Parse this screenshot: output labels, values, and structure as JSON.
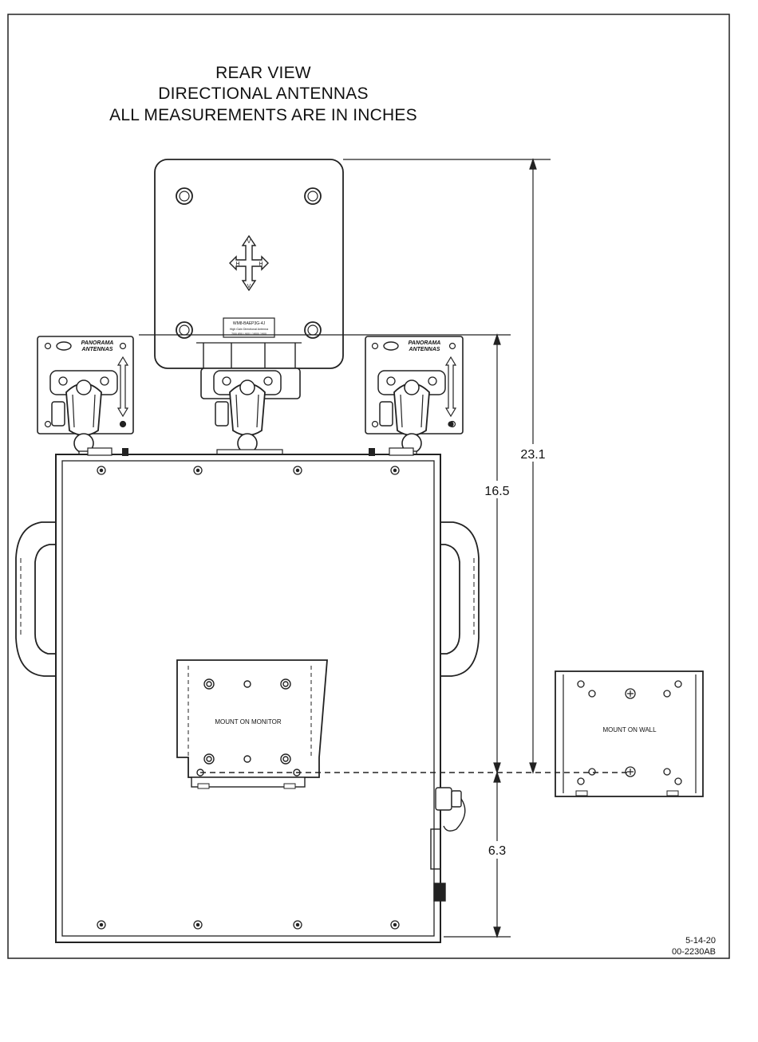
{
  "title": {
    "line1": "REAR VIEW",
    "line2": "DIRECTIONAL ANTENNAS",
    "line3": "ALL MEASUREMENTS ARE IN INCHES"
  },
  "antenna_panel": {
    "label_line1": "WM8-BAEP3G-4J",
    "label_line2": "High Gain Directional Antenna",
    "label_line3": "700/ 850 / 900 / 1800/ 1900",
    "arrow_v": "V",
    "arrow_h": "H"
  },
  "side_antennas": {
    "brand_line1": "PANORAMA",
    "brand_line2": "ANTENNAS"
  },
  "dimensions": {
    "overall_height": "23.1",
    "case_height": "16.5",
    "mount_offset": "6.3"
  },
  "mount_on_monitor": {
    "label": "MOUNT ON MONITOR"
  },
  "mount_on_wall": {
    "label": "MOUNT ON WALL"
  },
  "footer": {
    "date": "5-14-20",
    "drawing_number": "00-2230AB"
  }
}
